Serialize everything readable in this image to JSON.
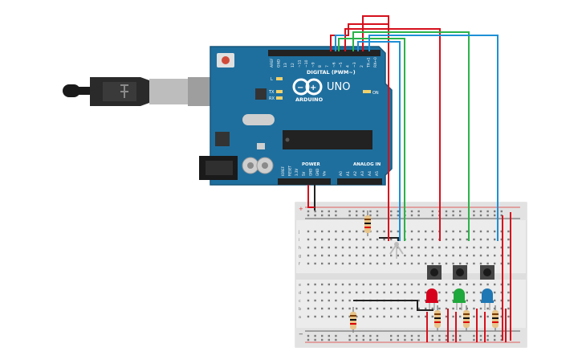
{
  "board": {
    "brand": "ARDUINO",
    "model": "UNO",
    "digital_header": "DIGITAL (PWM~)",
    "analog_header": "ANALOG IN",
    "power_header": "POWER",
    "on_label": "ON",
    "led_l": "L",
    "led_tx": "TX",
    "led_rx": "RX",
    "digital_pins": [
      "AREF",
      "GND",
      "13",
      "12",
      "~11",
      "~10",
      "~9",
      "8",
      "7",
      "~6",
      "~5",
      "4",
      "~3",
      "2",
      "TX→1",
      "RX←0"
    ],
    "power_pins": [
      "IOREF",
      "RESET",
      "3.3V",
      "5V",
      "GND",
      "GND",
      "Vin"
    ],
    "analog_pins": [
      "A0",
      "A1",
      "A2",
      "A3",
      "A4",
      "A5"
    ]
  },
  "breadboard": {
    "row_letters_top": [
      "j",
      "i",
      "h",
      "g",
      "f"
    ],
    "row_letters_bottom": [
      "e",
      "d",
      "c",
      "b",
      "a"
    ],
    "rail_plus": "+",
    "rail_minus": "−"
  },
  "components": {
    "leds": [
      {
        "color": "#d6001c"
      },
      {
        "color": "#1fa83b"
      },
      {
        "color": "#1f77b4"
      }
    ]
  },
  "colors": {
    "board": "#1f6f9e",
    "board_dark": "#17567c",
    "breadboard": "#ececec",
    "wire_red": "#d6101c",
    "wire_green": "#2bb34a",
    "wire_blue": "#1e90d6",
    "wire_black": "#222222"
  }
}
